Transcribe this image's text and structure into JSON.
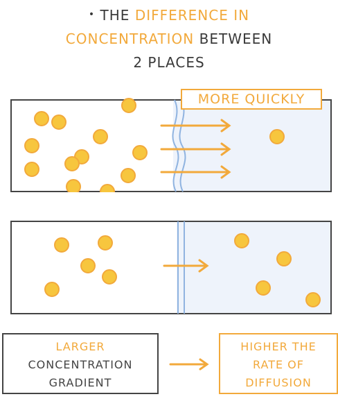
{
  "heading": {
    "bullet": "•",
    "line1_prefix": "THE",
    "line1_highlight": "DIFFERENCE IN",
    "line2_highlight": "CONCENTRATION",
    "line2_suffix": "BETWEEN",
    "line3": "2 PLACES"
  },
  "annotation": "MORE QUICKLY",
  "left_box": {
    "line1": "LARGER",
    "line2": "CONCENTRATION",
    "line3": "GRADIENT"
  },
  "right_box": {
    "line1": "HIGHER THE",
    "line2": "RATE OF",
    "line3": "DIFFUSION"
  },
  "colors": {
    "accent": "#f2a93b",
    "particle": "#f7c63e",
    "membrane": "#8fb3e0",
    "low_side": "#eef3fb",
    "outline": "#444444"
  }
}
